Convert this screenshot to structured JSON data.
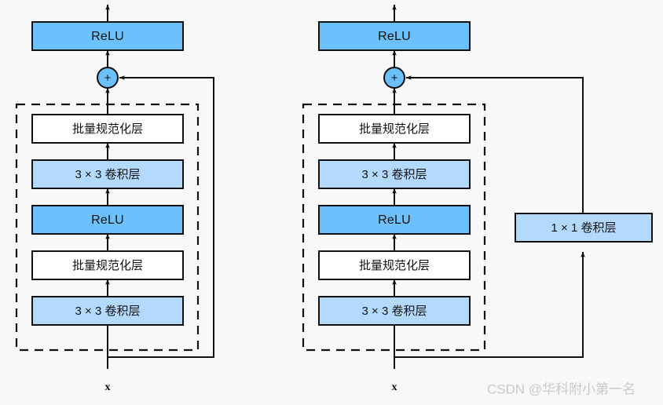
{
  "figure": {
    "background_color": "#f8f8f8",
    "stroke_color": "#111111",
    "colors": {
      "relu_fill": "#6cc0fc",
      "conv_fill": "#b3d9fc",
      "bn_fill": "#ffffff",
      "plus_fill": "#6cc0fc",
      "watermark": "#c9c9c9"
    }
  },
  "labels": {
    "relu": "ReLU",
    "batch_norm": "批量规范化层",
    "conv3x3": "3 × 3 卷积层",
    "conv1x1": "1 × 1 卷积层",
    "plus": "+",
    "input": "x"
  },
  "left_block": {
    "name": "residual-block-identity",
    "input_label": "x",
    "output_activation": "ReLU",
    "adder": "+",
    "stack": [
      {
        "label": "批量规范化层",
        "type": "batch-norm"
      },
      {
        "label": "3 × 3 卷积层",
        "type": "conv"
      },
      {
        "label": "ReLU",
        "type": "relu"
      },
      {
        "label": "批量规范化层",
        "type": "batch-norm"
      },
      {
        "label": "3 × 3 卷积层",
        "type": "conv"
      }
    ],
    "shortcut": "identity"
  },
  "right_block": {
    "name": "residual-block-projection",
    "input_label": "x",
    "output_activation": "ReLU",
    "adder": "+",
    "stack": [
      {
        "label": "批量规范化层",
        "type": "batch-norm"
      },
      {
        "label": "3 × 3 卷积层",
        "type": "conv"
      },
      {
        "label": "ReLU",
        "type": "relu"
      },
      {
        "label": "批量规范化层",
        "type": "batch-norm"
      },
      {
        "label": "3 × 3 卷积层",
        "type": "conv"
      }
    ],
    "shortcut": "1x1-convolution",
    "shortcut_label": "1 × 1 卷积层"
  },
  "watermark": {
    "text": "CSDN @华科附小第一名"
  }
}
